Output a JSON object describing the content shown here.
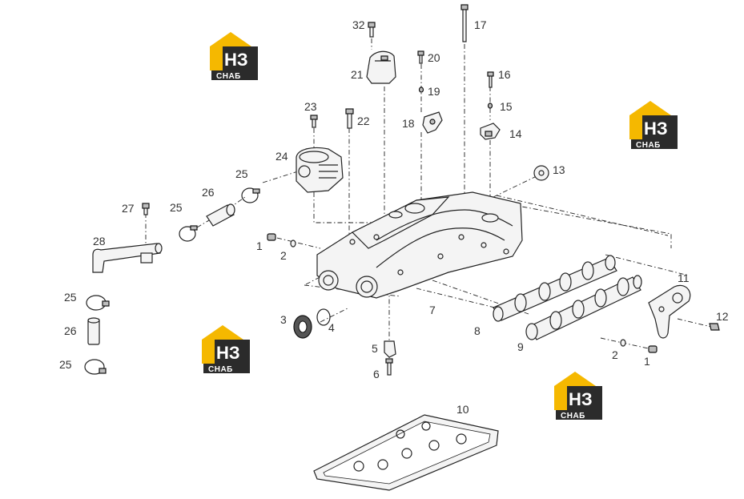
{
  "colors": {
    "logo_yellow": "#f5b800",
    "logo_dark": "#2b2b2b",
    "label": "#333333",
    "line": "#222222"
  },
  "logo": {
    "top": "НЗ",
    "bottom": "СНАБ"
  },
  "labels": {
    "l32": "32",
    "l17": "17",
    "l20": "20",
    "l21": "21",
    "l19": "19",
    "l16": "16",
    "l23": "23",
    "l22": "22",
    "l15": "15",
    "l18": "18",
    "l14": "14",
    "l24": "24",
    "l13": "13",
    "l25a": "25",
    "l26a": "26",
    "l27": "27",
    "l25b": "25",
    "l28": "28",
    "l1a": "1",
    "l2a": "2",
    "l11": "11",
    "l12": "12",
    "l25c": "25",
    "l26b": "26",
    "l25d": "25",
    "l7": "7",
    "l3": "3",
    "l4": "4",
    "l8": "8",
    "l9": "9",
    "l2b": "2",
    "l1b": "1",
    "l5": "5",
    "l6": "6",
    "l10": "10"
  }
}
